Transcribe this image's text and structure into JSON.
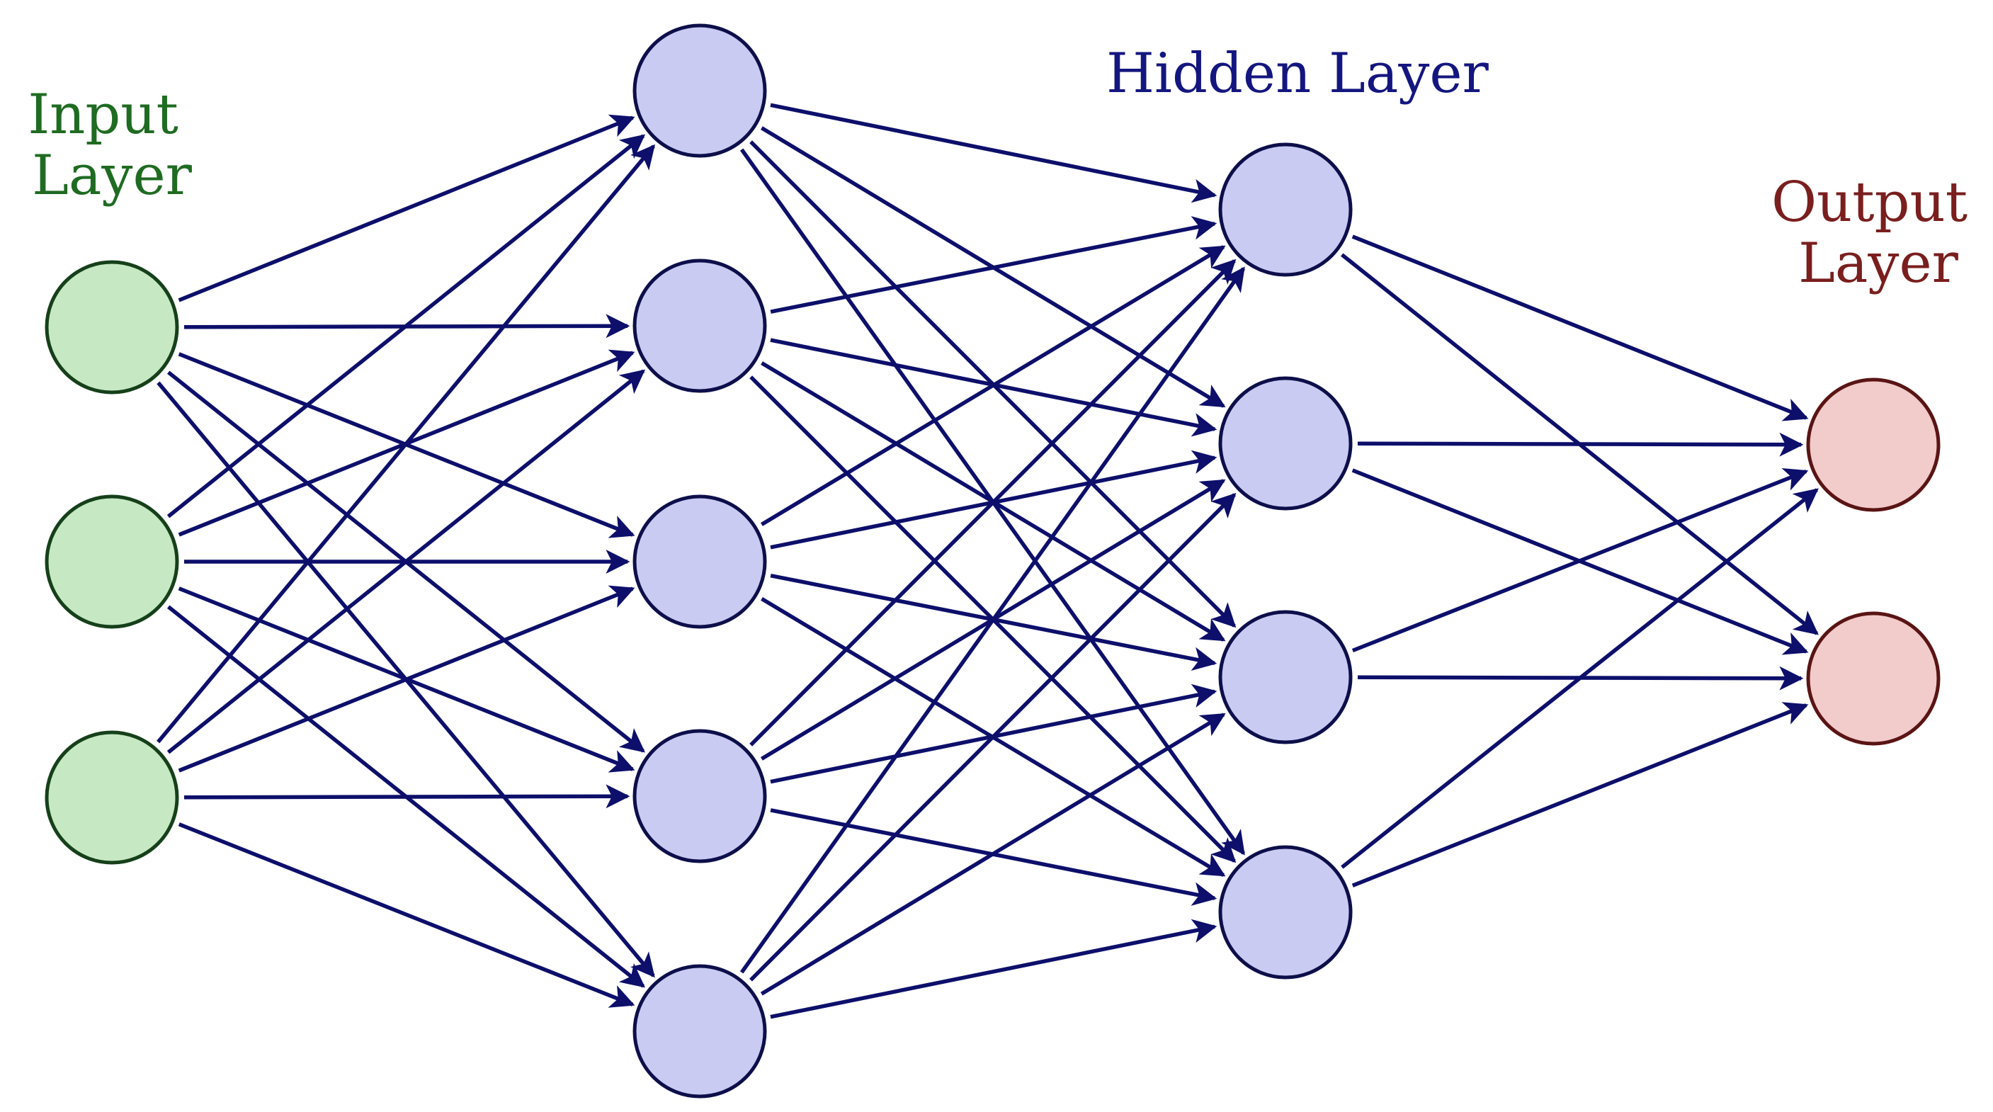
{
  "colors": {
    "edge": "#0d0f6b",
    "input": {
      "fill": "#c6e8c3",
      "stroke": "#15401a",
      "label": "#1f6b22"
    },
    "hidden": {
      "fill": "#cacbf2",
      "stroke": "#0d0f4a",
      "label": "#14167f"
    },
    "output": {
      "fill": "#f2cbcb",
      "stroke": "#5a1414",
      "label": "#7a1e1e"
    }
  },
  "labels": {
    "input": [
      "Input",
      "Layer"
    ],
    "hidden": [
      "Hidden Layer"
    ],
    "output": [
      "Output",
      "Layer"
    ]
  },
  "network": {
    "layers": [
      {
        "name": "input",
        "units": 3
      },
      {
        "name": "hidden-1",
        "units": 5
      },
      {
        "name": "hidden-2",
        "units": 4
      },
      {
        "name": "output",
        "units": 2
      }
    ],
    "connectivity": "fully-connected"
  }
}
